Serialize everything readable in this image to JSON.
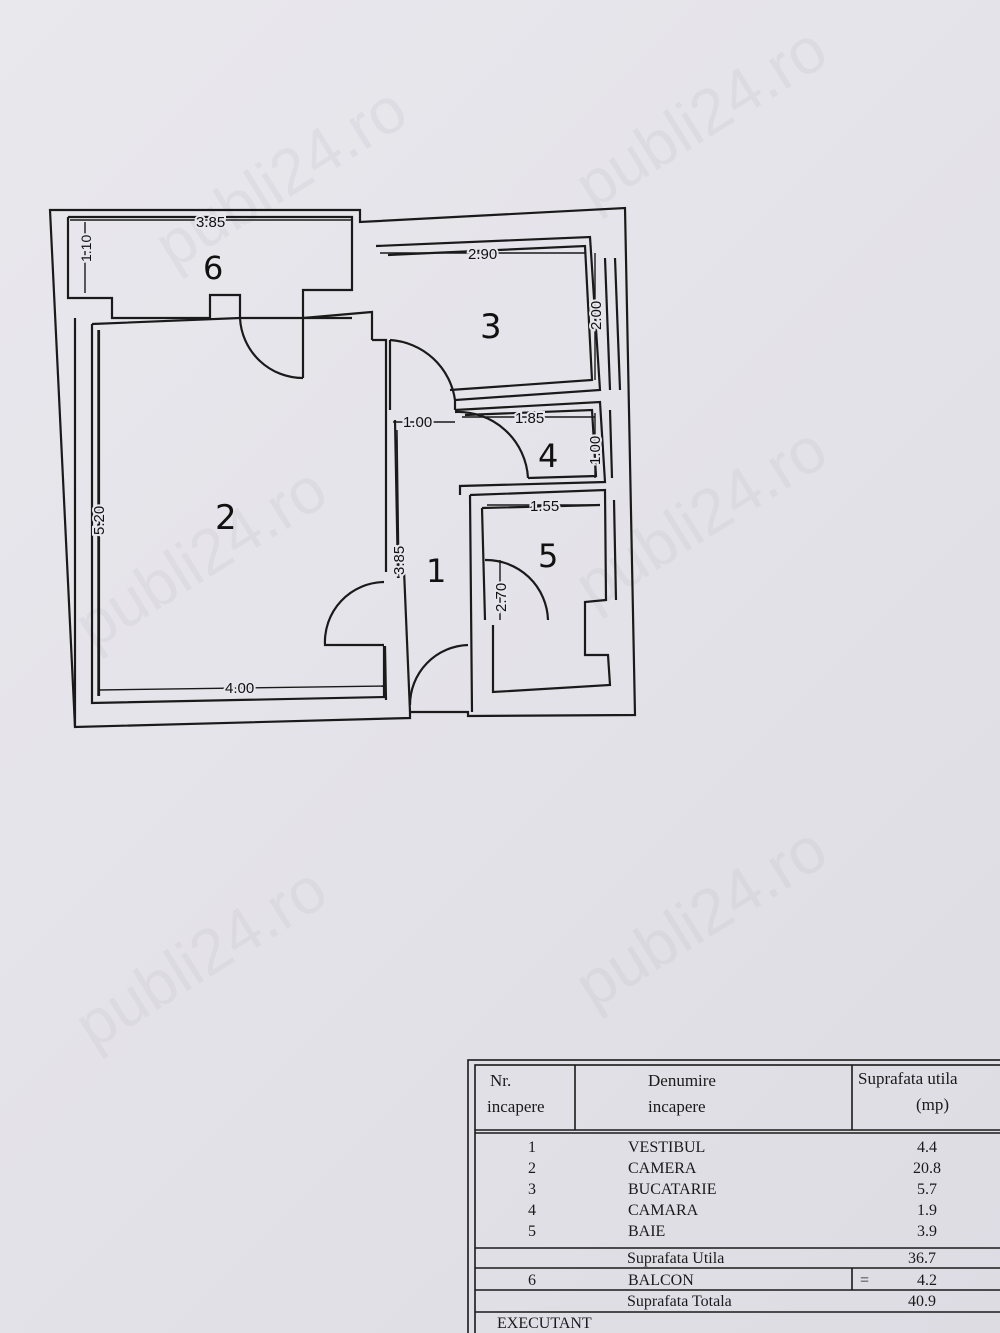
{
  "watermark": "publi24.ro",
  "plan": {
    "rooms": [
      {
        "num": "1"
      },
      {
        "num": "2"
      },
      {
        "num": "3"
      },
      {
        "num": "4"
      },
      {
        "num": "5"
      },
      {
        "num": "6"
      }
    ],
    "dims": {
      "balcony_width": "3.85",
      "balcony_depth": "1.10",
      "kitchen_width": "2.90",
      "kitchen_depth": "2.00",
      "hall_width": "1.00",
      "pantry_width": "1.85",
      "pantry_depth": "1.00",
      "bath_width": "1.55",
      "bath_depth": "2.70",
      "room_depth": "5.20",
      "hall_length": "3.85",
      "room_width": "4.00"
    }
  },
  "legend": {
    "headers": {
      "nr": "Nr.",
      "nr2": "incapere",
      "name": "Denumire",
      "name2": "incapere",
      "area": "Suprafata utila",
      "area2": "(mp)"
    },
    "rows": [
      {
        "nr": "1",
        "name": "VESTIBUL",
        "area": "4.4"
      },
      {
        "nr": "2",
        "name": "CAMERA",
        "area": "20.8"
      },
      {
        "nr": "3",
        "name": "BUCATARIE",
        "area": "5.7"
      },
      {
        "nr": "4",
        "name": "CAMARA",
        "area": "1.9"
      },
      {
        "nr": "5",
        "name": "BAIE",
        "area": "3.9"
      }
    ],
    "utila_label": "Suprafata Utila",
    "utila_value": "36.7",
    "balcon": {
      "nr": "6",
      "name": "BALCON",
      "eq": "=",
      "area": "4.2"
    },
    "totala_label": "Suprafata Totala",
    "totala_value": "40.9",
    "executant": "EXECUTANT"
  }
}
